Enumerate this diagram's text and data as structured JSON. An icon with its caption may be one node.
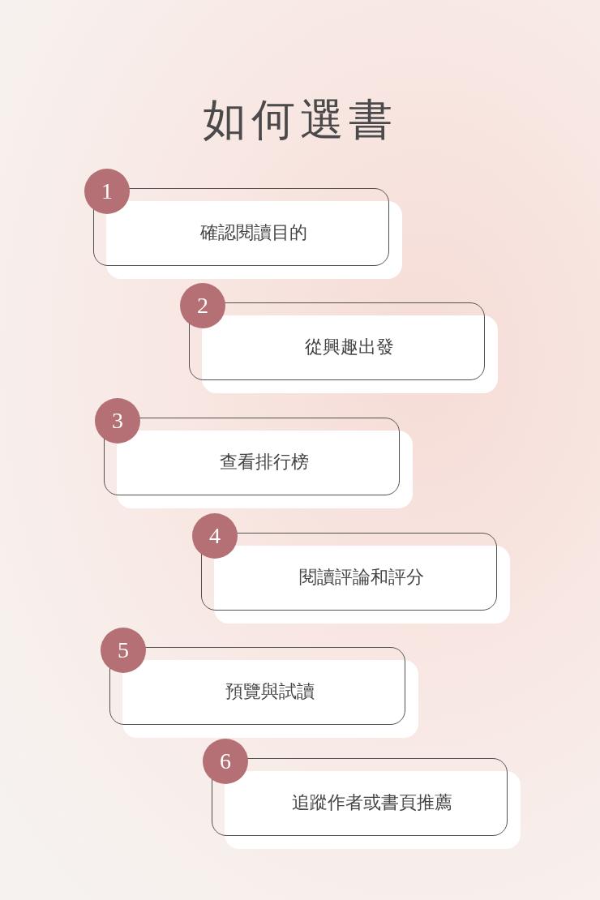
{
  "diagram": {
    "title": "如何選書",
    "nodes": [
      {
        "text": [
          "1"
        ]
      },
      {
        "text": [
          "確認閱讀目的"
        ]
      },
      {
        "text": [
          "2"
        ]
      },
      {
        "text": [
          "從興趣出發"
        ]
      },
      {
        "text": [
          "3"
        ]
      },
      {
        "text": [
          "查看排行榜"
        ]
      },
      {
        "text": [
          "4"
        ]
      },
      {
        "text": [
          "閱讀評論和評分"
        ]
      },
      {
        "text": [
          "5"
        ]
      },
      {
        "text": [
          "預覽與試讀"
        ]
      },
      {
        "text": [
          "6"
        ]
      },
      {
        "text": [
          "追蹤作者或書頁推薦"
        ]
      }
    ]
  }
}
